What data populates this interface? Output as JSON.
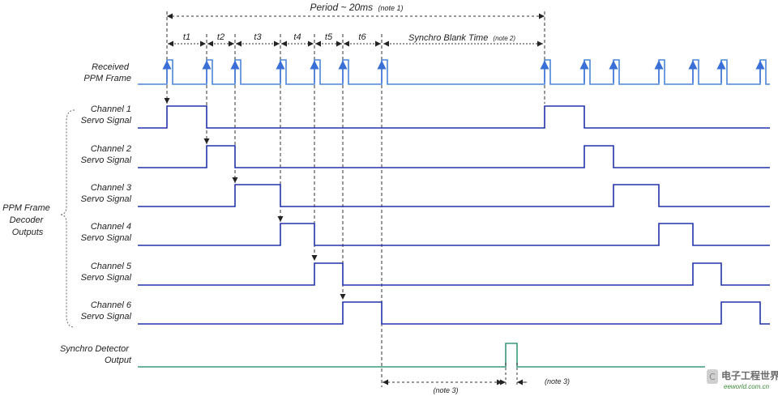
{
  "period_label": "Period ~ 20ms",
  "period_note": "(note 1)",
  "intervals": [
    "t1",
    "t2",
    "t3",
    "t4",
    "t5",
    "t6"
  ],
  "blank_label": "Synchro Blank Time",
  "blank_note": "(note 2)",
  "received_label": [
    "Received",
    "PPM Frame"
  ],
  "channels": [
    {
      "line1": "Channel 1",
      "line2": "Servo Signal"
    },
    {
      "line1": "Channel 2",
      "line2": "Servo Signal"
    },
    {
      "line1": "Channel 3",
      "line2": "Servo Signal"
    },
    {
      "line1": "Channel 4",
      "line2": "Servo Signal"
    },
    {
      "line1": "Channel 5",
      "line2": "Servo Signal"
    },
    {
      "line1": "Channel 6",
      "line2": "Servo Signal"
    }
  ],
  "group_label": [
    "PPM Frame",
    "Decoder",
    "Outputs"
  ],
  "detector_label": [
    "Synchro Detector",
    "Output"
  ],
  "note3_a": "(note 3)",
  "note3_b": "(note 3)",
  "watermark_cn": "电子工程世界",
  "watermark_en": "eeworld.com.cn",
  "colors": {
    "signal": "#2233aa",
    "ppm": "#4a86d8",
    "detector": "#3a9a7a",
    "dash": "#333333"
  }
}
